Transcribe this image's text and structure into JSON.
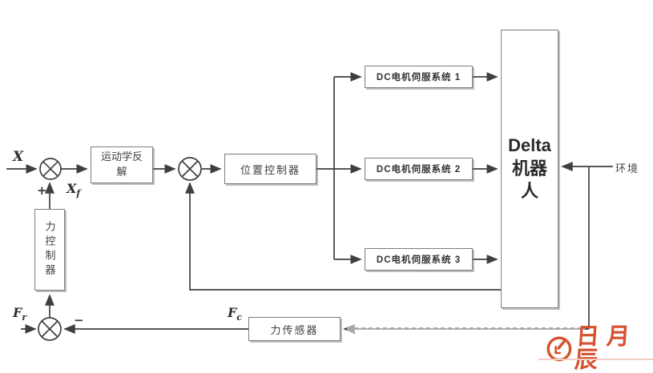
{
  "diagram": {
    "blocks": {
      "kinematics": {
        "label": "运动学反解"
      },
      "position_controller": {
        "label": "位置控制器"
      },
      "dc_servo_1": {
        "label": "DC电机伺服系统 1"
      },
      "dc_servo_2": {
        "label": "DC电机伺服系统 2"
      },
      "dc_servo_3": {
        "label": "DC电机伺服系统 3"
      },
      "delta_robot": {
        "label": "Delta机器人"
      },
      "force_controller": {
        "label": "力控制器"
      },
      "force_sensor": {
        "label": "力传感器"
      }
    },
    "signals": {
      "input_position": {
        "base": "X",
        "sub": ""
      },
      "force_correction": {
        "base": "X",
        "sub": "f"
      },
      "reference_force": {
        "base": "F",
        "sub": "r"
      },
      "contact_force": {
        "base": "F",
        "sub": "c"
      }
    },
    "operators": {
      "plus": "+",
      "minus": "−"
    },
    "environment_label": "环境",
    "colors": {
      "wire": "#3f3f3f",
      "block_border": "#7d7d7d"
    }
  },
  "watermark": {
    "brand": "日月辰",
    "color": "#d6512d"
  }
}
